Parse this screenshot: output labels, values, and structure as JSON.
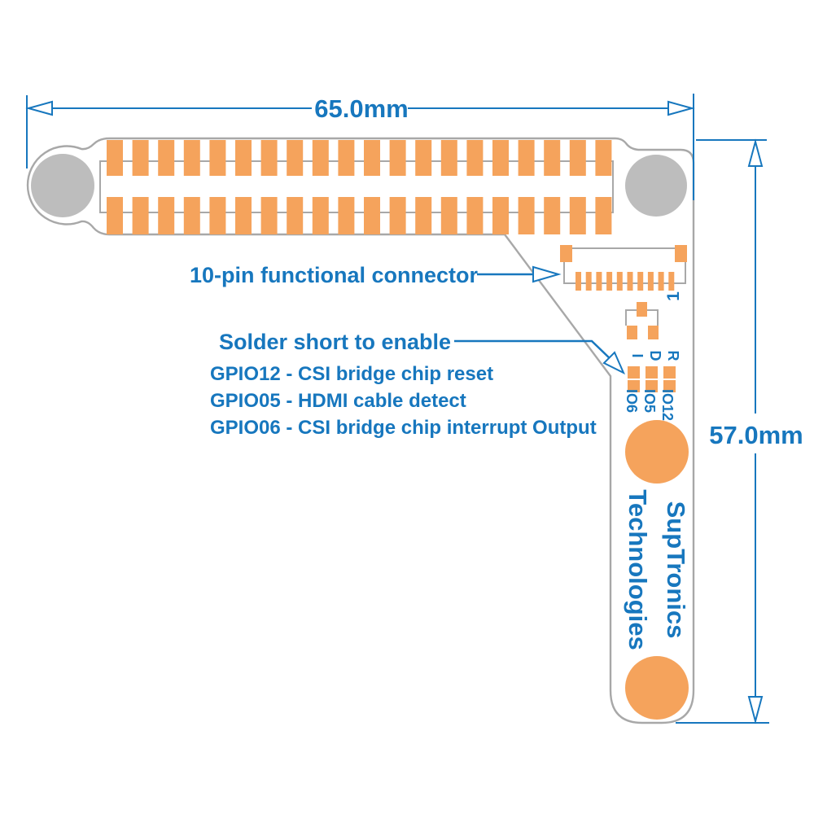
{
  "colors": {
    "blue": "#1777BE",
    "pad_orange": "#F5A35C",
    "hole_gray": "#BDBDBD",
    "outline_gray": "#A8A8A8",
    "board_white": "#FFFFFF"
  },
  "dimensions": {
    "width_label": "65.0mm",
    "height_label": "57.0mm"
  },
  "annotations": {
    "connector_label": "10-pin functional connector",
    "solder_label": "Solder short to enable",
    "gpio_notes": [
      "GPIO12 - CSI bridge chip reset",
      "GPIO05 - HDMI cable detect",
      "GPIO06 - CSI bridge chip interrupt Output"
    ]
  },
  "board": {
    "gpio_header": {
      "rows": 2,
      "pads_per_row": 20
    },
    "functional_connector": {
      "pin_count": 10,
      "pin1_label": "1"
    },
    "solder_jumpers": {
      "columns": [
        {
          "top": "I",
          "bottom": "IO6"
        },
        {
          "top": "D",
          "bottom": "IO5"
        },
        {
          "top": "R",
          "bottom": "IO12"
        }
      ]
    },
    "brand": {
      "line1": "SupTronics",
      "line2": "Technologies"
    }
  }
}
